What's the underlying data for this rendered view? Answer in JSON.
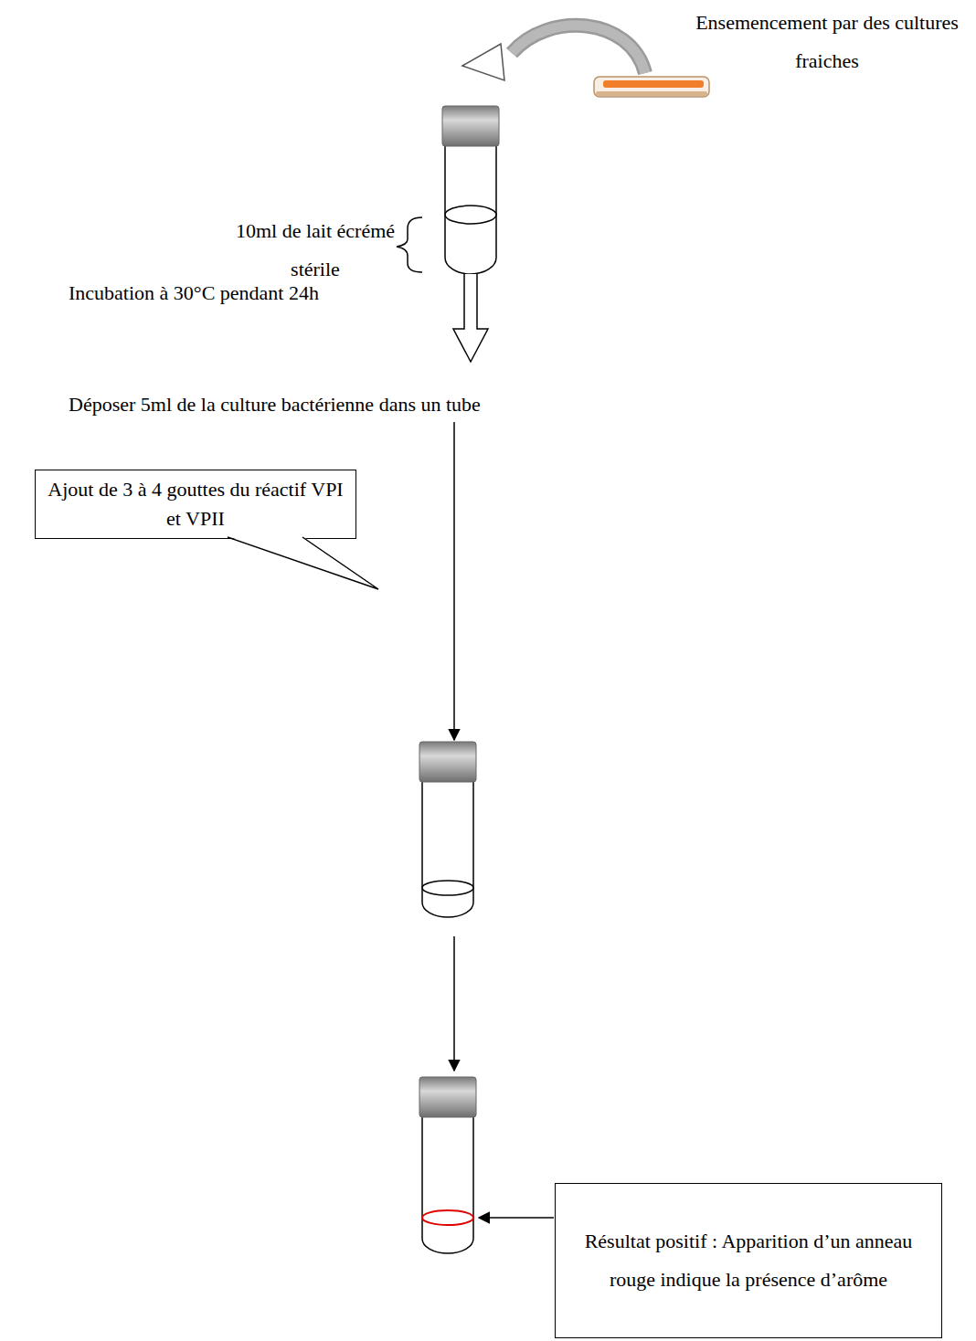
{
  "diagram": {
    "nodes": [
      {
        "text": [
          "Ajout de 3 à 4 gouttes du réactif VPI et VPII"
        ]
      },
      {
        "text": [
          "Résultat positif : Apparition d’un anneau rouge indique la présence d’arôme"
        ]
      }
    ],
    "labels": [
      "Ensemencement par des cultures fraiches",
      "10ml de lait écrémé stérile",
      "Incubation à 30°C pendant 24h",
      "Déposer 5ml de la culture bactérienne dans un tube"
    ]
  }
}
